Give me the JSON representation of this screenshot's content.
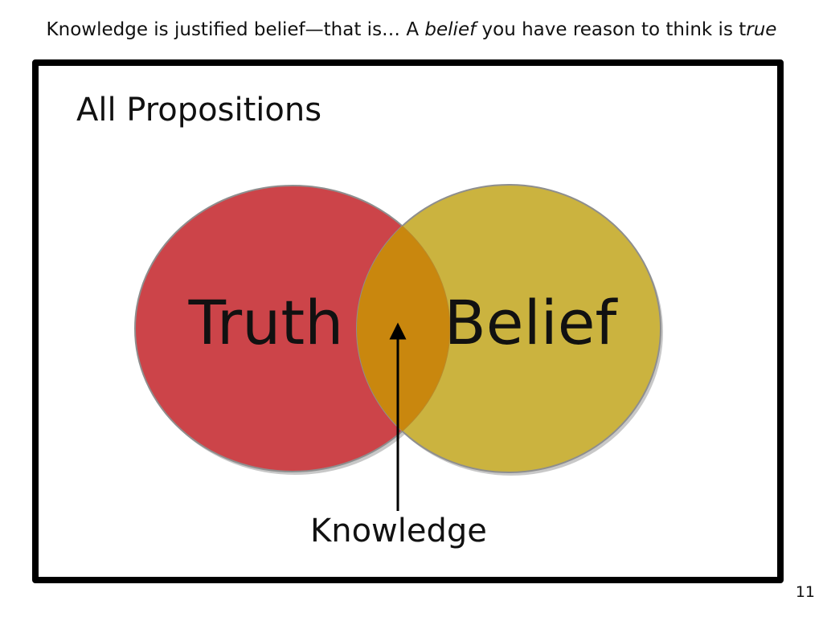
{
  "slide": {
    "headline_part1": "Knowledge is justified belief—that is… A ",
    "headline_italic1": "belief",
    "headline_part2": " you have reason to think is t",
    "headline_italic2": "rue",
    "frame_title": "All Propositions",
    "knowledge_label": "Knowledge",
    "slide_number": "11"
  },
  "venn": {
    "left_label": "Truth",
    "right_label": "Belief",
    "left_color": "#cc4449",
    "right_color": "#cbb33f",
    "overlap_color": "#c9870e"
  }
}
